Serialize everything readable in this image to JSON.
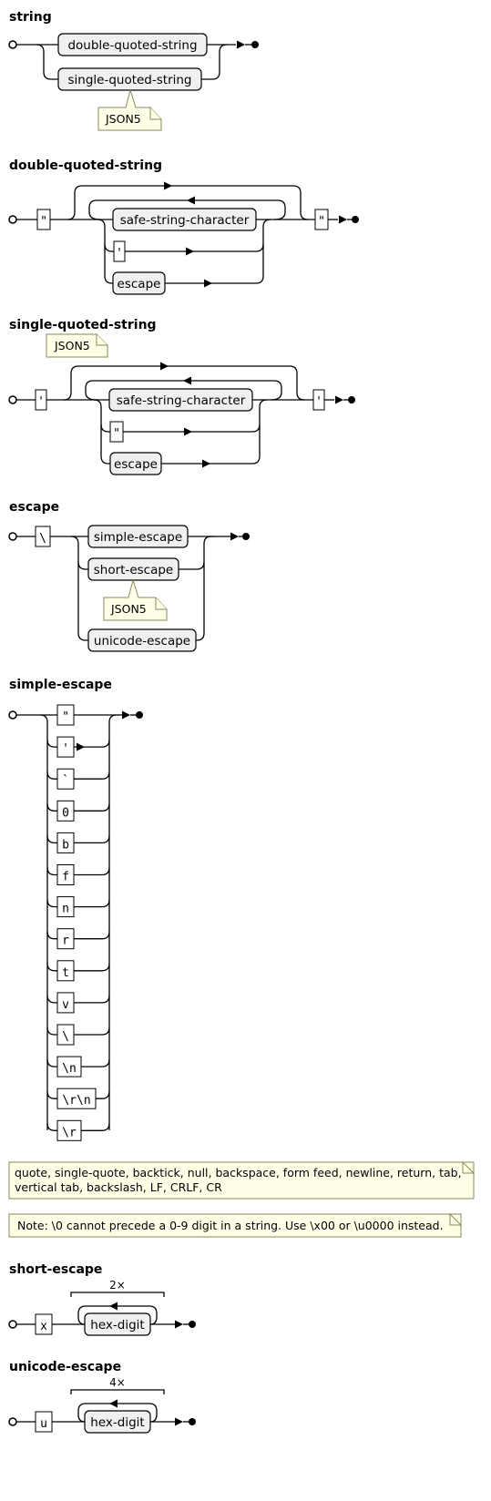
{
  "string": {
    "title": "string",
    "alt1": "double-quoted-string",
    "alt2": "single-quoted-string",
    "note": "JSON5"
  },
  "dqs": {
    "title": "double-quoted-string",
    "open": "\"",
    "close": "\"",
    "safe": "safe-string-character",
    "quote": "'",
    "escape": "escape"
  },
  "sqs": {
    "title": "single-quoted-string",
    "note": "JSON5",
    "open": "'",
    "close": "'",
    "safe": "safe-string-character",
    "quote": "\"",
    "escape": "escape"
  },
  "escape": {
    "title": "escape",
    "backslash": "\\",
    "simple": "simple-escape",
    "short": "short-escape",
    "short_note": "JSON5",
    "unicode": "unicode-escape"
  },
  "simple_escape": {
    "title": "simple-escape",
    "items": [
      "\"",
      "'",
      "`",
      "0",
      "b",
      "f",
      "n",
      "r",
      "t",
      "v",
      "\\",
      "\\n",
      "\\r\\n",
      "\\r"
    ],
    "note1_line1": "quote, single-quote, backtick, null, backspace, form feed, newline, return, tab,",
    "note1_line2": "vertical tab, backslash, LF, CRLF, CR",
    "note2": "Note: \\0 cannot precede a 0-9 digit in a string. Use \\x00 or \\u0000 instead."
  },
  "short_escape": {
    "title": "short-escape",
    "prefix": "x",
    "repeat": "2×",
    "digit": "hex-digit"
  },
  "unicode_escape": {
    "title": "unicode-escape",
    "prefix": "u",
    "repeat": "4×",
    "digit": "hex-digit"
  }
}
